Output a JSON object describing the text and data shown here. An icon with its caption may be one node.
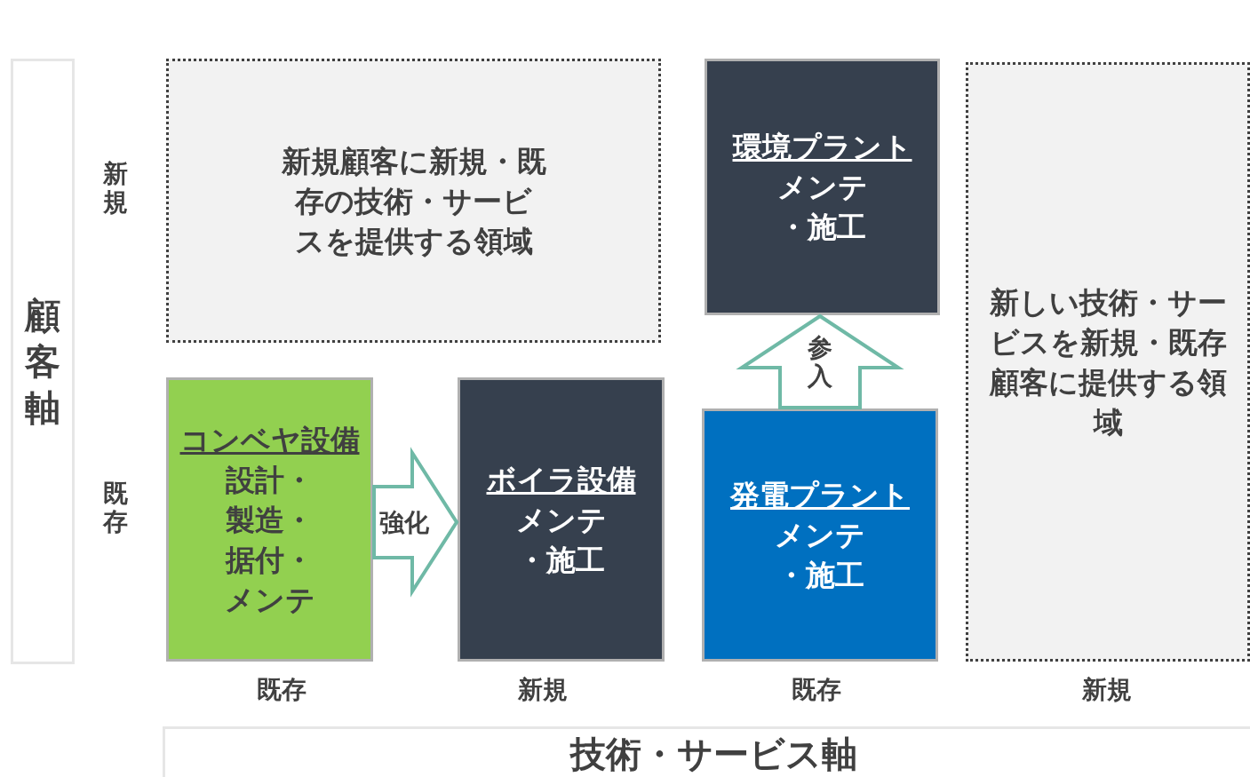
{
  "diagram": {
    "nodes": [
      {
        "text": [
          "新規顧客に新規・既存の技術・サービスを提供する領域"
        ]
      },
      {
        "text": [
          "環境プラント",
          "メンテ・施工"
        ]
      },
      {
        "text": [
          "新しい技術・サービスを新規・既存顧客に提供する領域"
        ]
      },
      {
        "text": [
          "コンベヤ設備",
          "設計・製造・据付・メンテ"
        ]
      },
      {
        "text": [
          "ボイラ設備",
          "メンテ・施工"
        ]
      },
      {
        "text": [
          "発電プラント",
          "メンテ・施工"
        ]
      },
      {
        "text": [
          "顧客軸"
        ]
      },
      {
        "text": [
          "技術・サービス軸"
        ]
      }
    ],
    "edges": [
      {
        "from": 3,
        "to": 4,
        "arrow": "to",
        "label": "強化"
      },
      {
        "from": 5,
        "to": 1,
        "arrow": "to",
        "label": "参入"
      }
    ],
    "labels": [
      "新規",
      "既存",
      "既存",
      "新規",
      "既存",
      "新規"
    ]
  }
}
